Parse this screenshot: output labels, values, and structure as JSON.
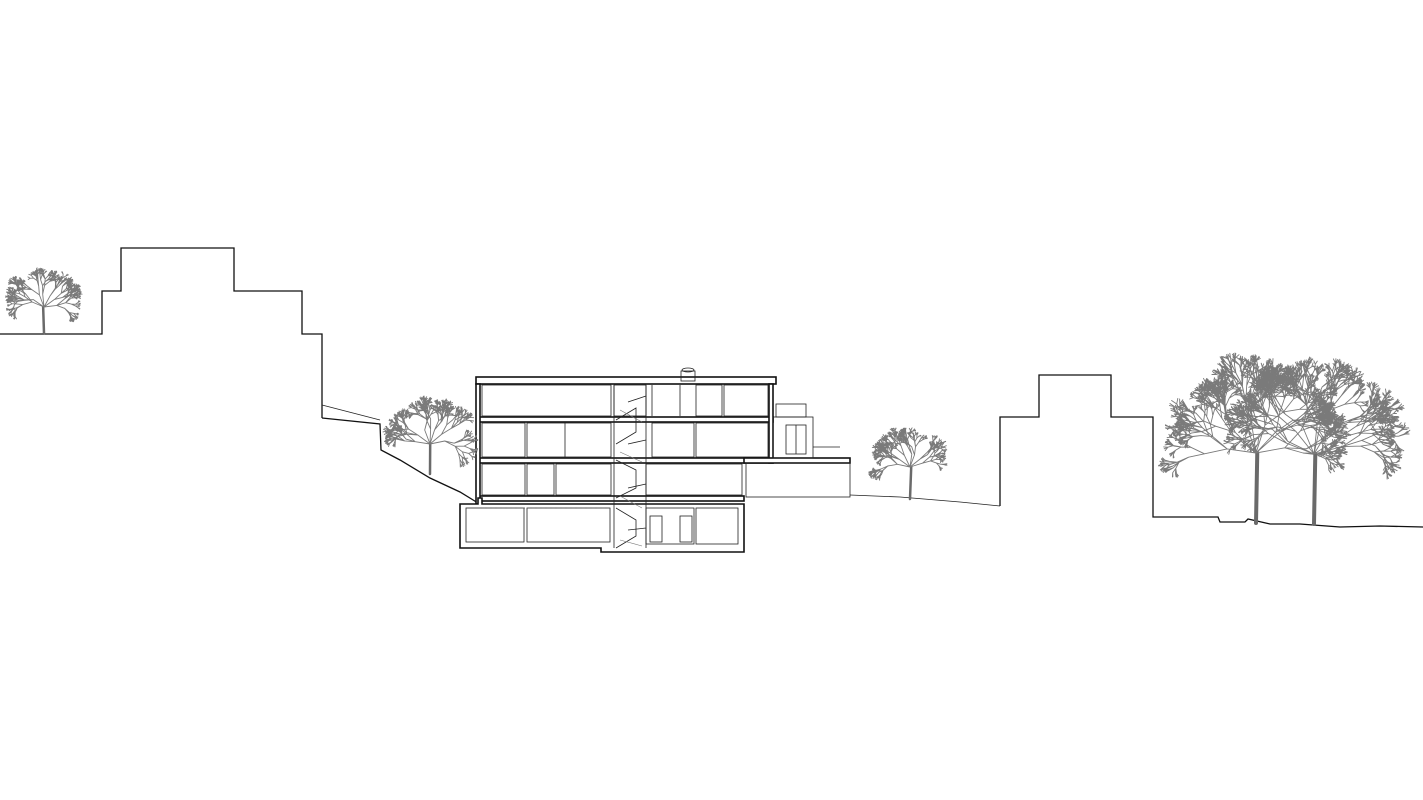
{
  "drawing": {
    "line_color": "#111111",
    "tree_color": "#777777",
    "background": "#ffffff",
    "trees": [
      {
        "name": "tree-far-left",
        "size": "small"
      },
      {
        "name": "tree-slope",
        "size": "small"
      },
      {
        "name": "tree-garden",
        "size": "small"
      },
      {
        "name": "tree-pair-right-a",
        "size": "large"
      },
      {
        "name": "tree-pair-right-b",
        "size": "large"
      }
    ]
  }
}
